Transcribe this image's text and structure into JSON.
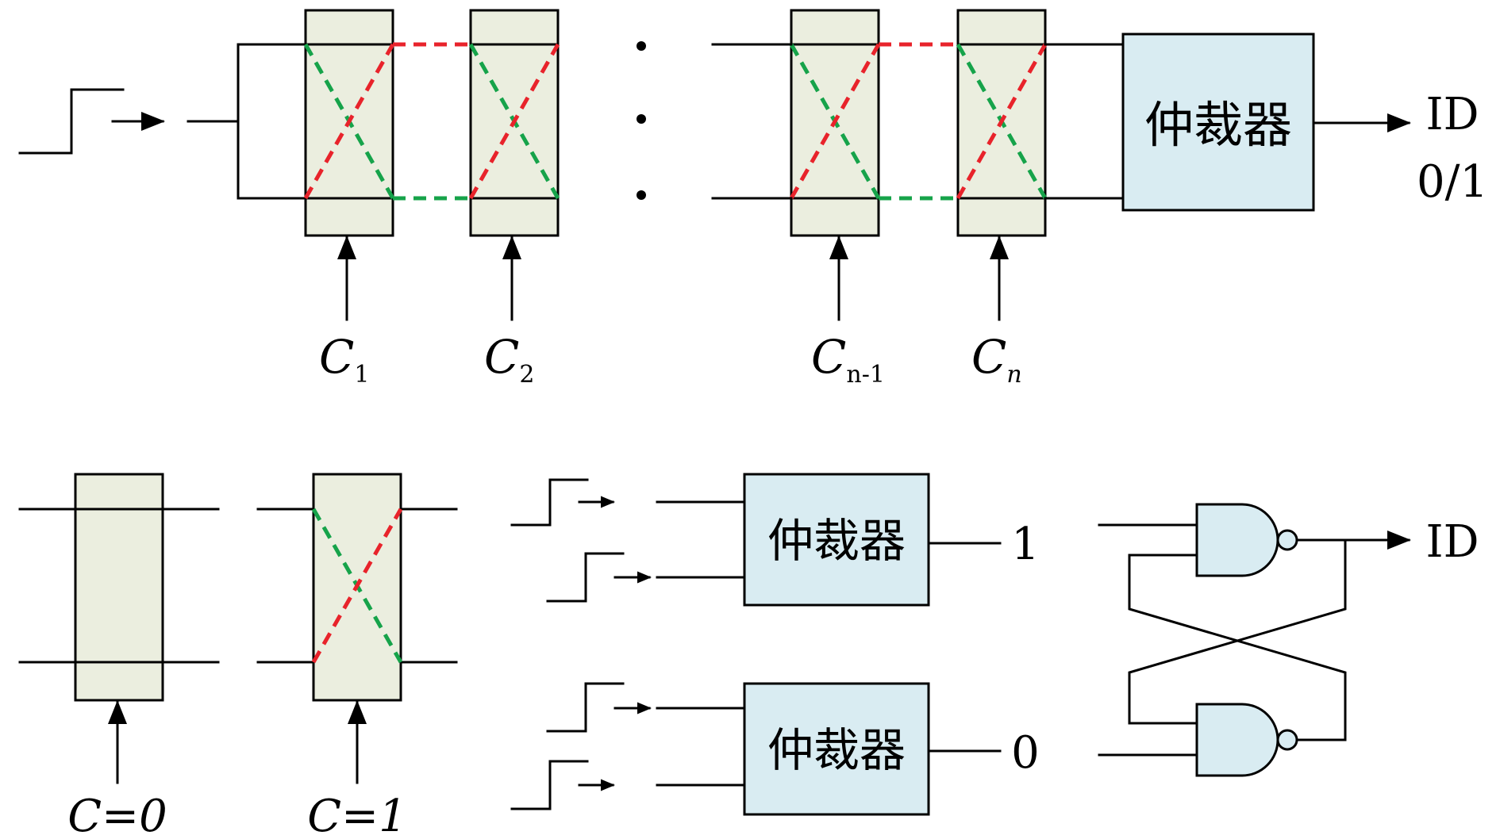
{
  "arbiter_label": "仲裁器",
  "top": {
    "output_label": "ID",
    "output_value": "0/1",
    "challenges": [
      {
        "base": "C",
        "sub": "1"
      },
      {
        "base": "C",
        "sub": "2"
      },
      {
        "base": "C",
        "sub": "n-1"
      },
      {
        "base": "C",
        "sub": "n"
      }
    ]
  },
  "switch_examples": [
    {
      "label": "C=0"
    },
    {
      "label": "C=1"
    }
  ],
  "arbiter_examples": [
    {
      "output": "1"
    },
    {
      "output": "0"
    }
  ],
  "latch": {
    "output_label": "ID"
  },
  "colors": {
    "switch_fill": "#ebeedf",
    "arbiter_fill": "#d9ecf2",
    "path_red": "#e8232b",
    "path_green": "#16a34a"
  }
}
